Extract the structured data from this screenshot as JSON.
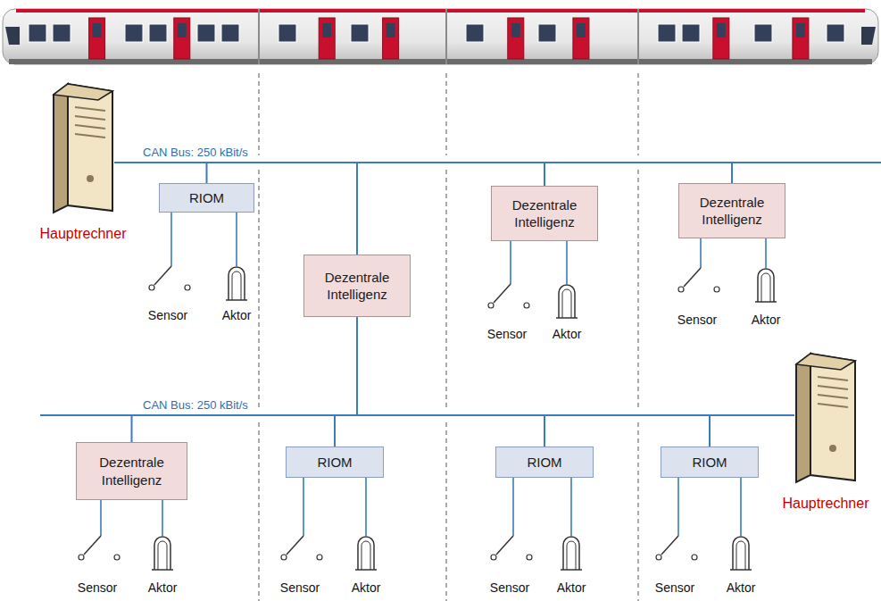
{
  "diagram": {
    "nodes": [
      {
        "text": [
          "Hauptrechner"
        ]
      },
      {
        "text": [
          "RIOM"
        ]
      },
      {
        "text": [
          "Dezentrale Intelligenz"
        ]
      },
      {
        "text": [
          "Dezentrale Intelligenz"
        ]
      },
      {
        "text": [
          "Dezentrale Intelligenz"
        ]
      },
      {
        "text": [
          "Dezentrale Intelligenz"
        ]
      },
      {
        "text": [
          "RIOM"
        ]
      },
      {
        "text": [
          "RIOM"
        ]
      },
      {
        "text": [
          "RIOM"
        ]
      },
      {
        "text": [
          "Hauptrechner"
        ]
      }
    ],
    "edges": [
      {
        "from": 0,
        "to": 1,
        "arrow": "none"
      },
      {
        "from": 0,
        "to": 4,
        "arrow": "none"
      },
      {
        "from": 0,
        "to": 2,
        "arrow": "none"
      },
      {
        "from": 0,
        "to": 3,
        "arrow": "none"
      },
      {
        "from": 9,
        "to": 5,
        "arrow": "none"
      },
      {
        "from": 9,
        "to": 4,
        "arrow": "none"
      },
      {
        "from": 9,
        "to": 6,
        "arrow": "none"
      },
      {
        "from": 9,
        "to": 7,
        "arrow": "none"
      },
      {
        "from": 9,
        "to": 8,
        "arrow": "none"
      }
    ],
    "labels": [
      "CAN Bus: 250 kBit/s",
      "Sensor",
      "Aktor",
      "Sensor",
      "Aktor",
      "Sensor",
      "Aktor",
      "CAN Bus: 250 kBit/s",
      "Sensor",
      "Aktor",
      "Sensor",
      "Aktor",
      "Sensor",
      "Aktor",
      "Sensor",
      "Aktor"
    ]
  }
}
